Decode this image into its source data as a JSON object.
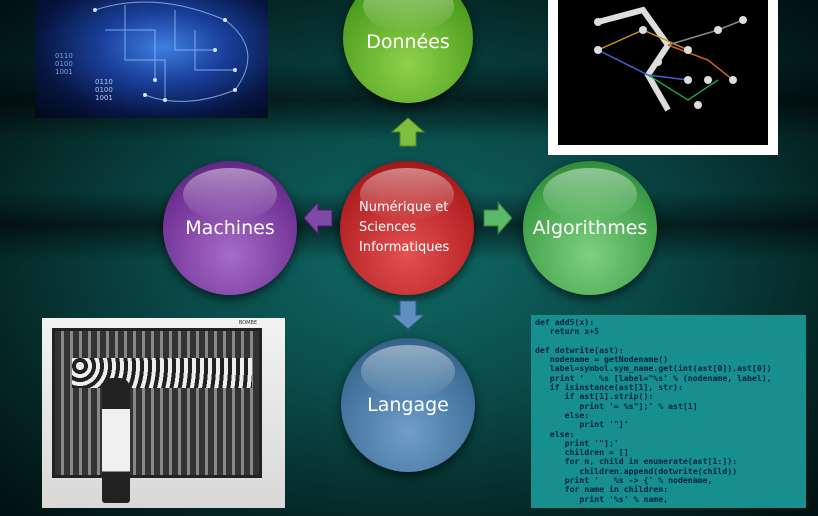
{
  "circles": {
    "donnees": "Données",
    "machines": "Machines",
    "center": [
      "Numérique et",
      "Sciences",
      "Informatiques"
    ],
    "algorithmes": "Algorithmes",
    "langage": "Langage"
  },
  "brain_image": {
    "binary": [
      "0110",
      "0100",
      "1001",
      "0110",
      "0100",
      "1001"
    ]
  },
  "photo": {
    "caption": "BOMBE"
  },
  "code_lines": [
    "def add5(x):",
    "   return x+5",
    "",
    "def dotwrite(ast):",
    "   nodename = getNodename()",
    "   label=symbol.sym_name.get(int(ast[0]),ast[0])",
    "   print '   %s [label=\"%s' % (nodename, label),",
    "   if isinstance(ast[1], str):",
    "      if ast[1].strip():",
    "         print '= %s\"];' % ast[1]",
    "      else:",
    "         print '\"]'",
    "   else:",
    "      print '\"];'",
    "      children = []",
    "      for n, child in enumerate(ast[1:]):",
    "         children.append(dotwrite(child))",
    "      print '   %s -> {' % nodename,",
    "      for name in children:",
    "         print '%s' % name,"
  ],
  "colors": {
    "donnees": "#4e9e1f",
    "machines": "#6d2f91",
    "center": "#b01f22",
    "algorithmes": "#3b9c45",
    "langage": "#3c6d96",
    "code_bg": "#178f8f"
  }
}
